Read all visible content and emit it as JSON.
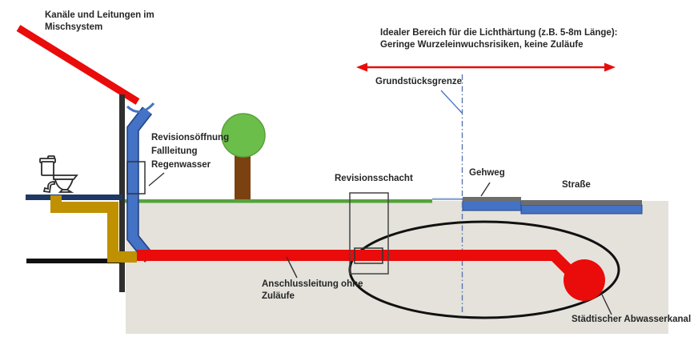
{
  "labels": {
    "mixed_system_line1": "Kanäle und Leitungen im",
    "mixed_system_line2": "Mischsystem",
    "ideal_line1": "Idealer Bereich für die Lichthärtung (z.B. 5-8m Länge):",
    "ideal_line2": "Geringe Wurzeleinwuchsrisiken, keine Zuläufe",
    "property_boundary": "Grundstücksgrenze",
    "inspection_opening_line1": "Revisionsöffnung",
    "inspection_opening_line2": "Fallleitung",
    "inspection_opening_line3": "Regenwasser",
    "inspection_shaft": "Revisionsschacht",
    "sidewalk": "Gehweg",
    "street": "Straße",
    "connection_line1": "Anschlussleitung ohne",
    "connection_line2": "Zuläufe",
    "municipal_sewer": "Städtischer Abwasserkanal"
  },
  "colors": {
    "pipe_red": "#EA0B0B",
    "pipe_blue": "#4472C4",
    "pipe_blue_outline": "#24468C",
    "pipe_gold": "#BF9000",
    "floor_navy": "#1F3864",
    "ground_green": "#55A33C",
    "tree_crown_green": "#6CBE4B",
    "tree_trunk_brown": "#7C4111",
    "soil_gray": "#E4E2DB",
    "road_gray": "#6D6D6D",
    "boundary_blue": "#5B77AD",
    "ink": "#262626"
  }
}
